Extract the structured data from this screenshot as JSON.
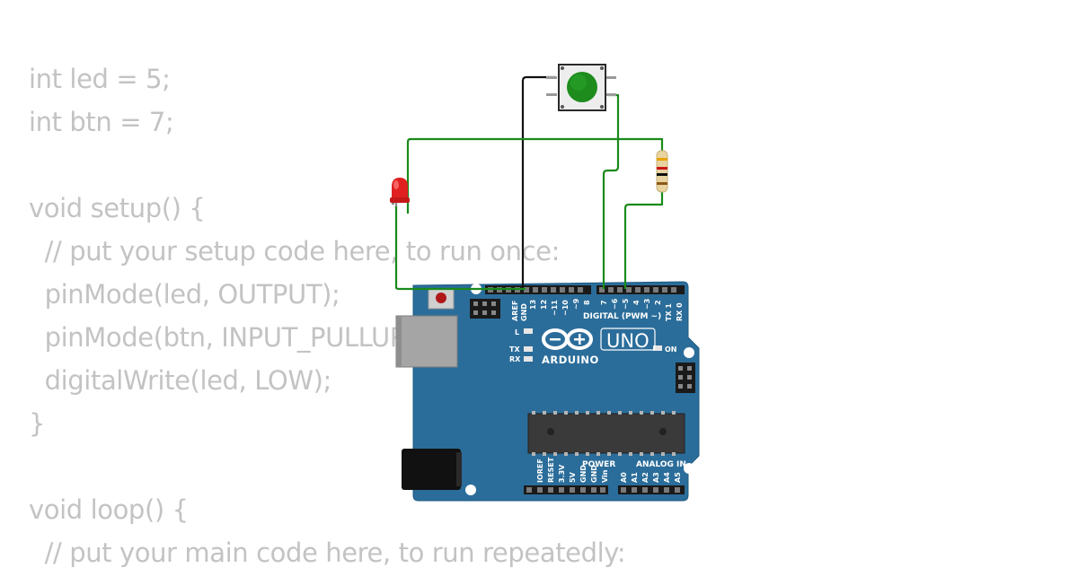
{
  "code": {
    "lines": [
      "int led = 5;",
      "int btn = 7;",
      "",
      "void setup() {",
      "  // put your setup code here, to run once:",
      "  pinMode(led, OUTPUT);",
      "  pinMode(btn, INPUT_PULLUP);",
      "  digitalWrite(led, LOW);",
      "}",
      "",
      "void loop() {",
      "  // put your main code here, to run repeatedly:"
    ]
  },
  "board": {
    "name": "UNO",
    "brand": "ARDUINO",
    "digital_header": "DIGITAL (PWM ~)",
    "power_header": "POWER",
    "analog_header": "ANALOG IN",
    "on_label": "ON",
    "l_label": "L",
    "tx_label": "TX",
    "rx_label": "RX",
    "aref": "AREF",
    "gnd": "GND",
    "digital_pins": [
      "13",
      "12",
      "~11",
      "~10",
      "~9",
      "8",
      "7",
      "~6",
      "~5",
      "4",
      "~3",
      "2",
      "TX 1",
      "RX 0"
    ],
    "power_pins": [
      "IOREF",
      "RESET",
      "3.3V",
      "5V",
      "GND",
      "GND",
      "Vin"
    ],
    "analog_pins": [
      "A0",
      "A1",
      "A2",
      "A3",
      "A4",
      "A5"
    ],
    "color": "#2b6d9a"
  },
  "colors": {
    "wire_green": "#1a8a1a",
    "wire_black": "#111111",
    "button_green": "#1d8c1d",
    "led_red": "#e02020",
    "code_text": "#c3c3c3"
  }
}
